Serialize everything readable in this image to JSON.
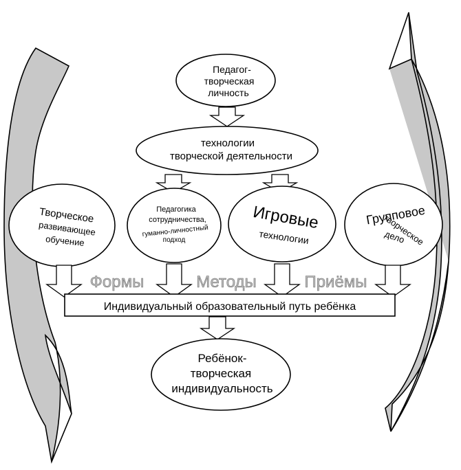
{
  "top": {
    "line1": "Педагог-",
    "line2": "творческая",
    "line3": "личность"
  },
  "tech": {
    "line1": "технологии",
    "line2": "творческой деятельности"
  },
  "tech_items": [
    {
      "line1": "Творческое",
      "line2": "развивающее",
      "line3": "обучение"
    },
    {
      "line1": "Педагогика",
      "line2": "сотрудничества,",
      "line3": "гуманно-личностный",
      "line4": "подход"
    },
    {
      "line1": "Игровые",
      "line2": "технологии"
    },
    {
      "line1": "Групповое",
      "line2": "творческое",
      "line3": "дело"
    }
  ],
  "labels": {
    "forms": "Формы",
    "methods": "Методы",
    "techniques": "Приёмы"
  },
  "path": {
    "text": "Индивидуальный образовательный путь ребёнка"
  },
  "result": {
    "line1": "Ребёнок-",
    "line2": "творческая",
    "line3": "индивидуальность"
  },
  "colors": {
    "curve_fill": "#c8c8c8",
    "label_fill": "#bdbdbd",
    "stroke": "#000000"
  }
}
